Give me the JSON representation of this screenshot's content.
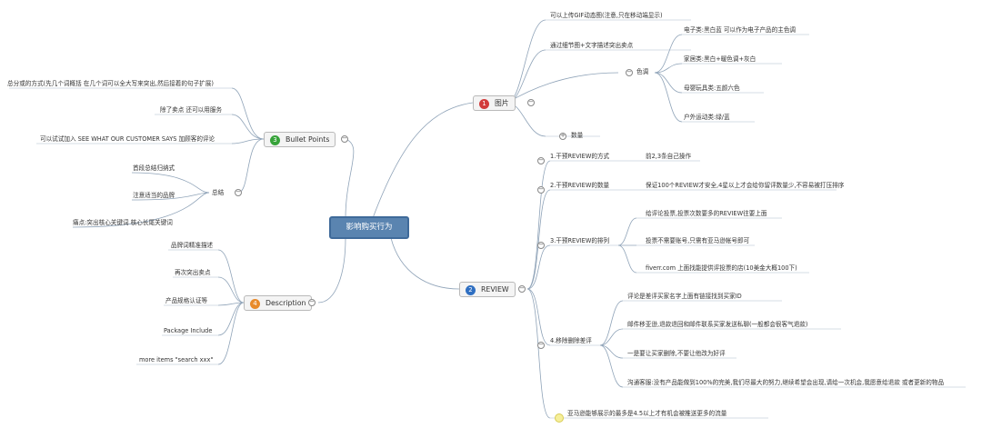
{
  "central": "影响购买行为",
  "topics": {
    "pictures": {
      "num": "1",
      "label": "图片",
      "color": "#d23b3b"
    },
    "bullets": {
      "num": "3",
      "label": "Bullet Points",
      "color": "#37a33a"
    },
    "description": {
      "num": "4",
      "label": "Description",
      "color": "#e88a2a"
    },
    "review": {
      "num": "2",
      "label": "REVIEW",
      "color": "#2f6fc2"
    }
  },
  "pictures_items": {
    "gif": "可以上传GIF动态图(注意,只在移动端显示)",
    "detail": "通过细节图+文字描述突出卖点",
    "color_label": "色调",
    "colors": [
      "电子类:黑白蓝 可以作为电子产品的主色调",
      "家居类:黑白+暖色调+灰白",
      "母婴玩具类:五颜六色",
      "户外运动类:绿/蓝"
    ],
    "quantity": "数量"
  },
  "bullet_items": {
    "b1": "总分或的方式(先几个词概括 在几个词可以全大写来突出,然后接着的句子扩展)",
    "b2": "除了卖点 还可以用服务",
    "b3": "可以试试加入 SEE WHAT OUR CUSTOMER SAYS 加顾客的评论",
    "sub_label": "总结",
    "subs": [
      "首段总结归纳式",
      "注意适当的品牌",
      "痛点:突出核心关键词 核心长尾关键词"
    ]
  },
  "description_items": [
    "品牌词精准描述",
    "再次突出卖点",
    "产品规格认证等",
    "Package Include",
    "more items \"search xxx\""
  ],
  "review_items": {
    "r1": "1.干预REVIEW的方式",
    "r1a": "前2,3条自己操作",
    "r2": "2.干预REVIEW的数量",
    "r2a": "保证100个REVIEW才安全,4星以上才会给你留评数量少,不容易被打压排序",
    "r3": "3.干预REVIEW的排列",
    "r3a": [
      "给评论投票,投票次数要多的REVIEW往要上面",
      "投票不需要账号,只需有亚马逊帐号即可",
      "fiverr.com 上面找能提供评投票的店(10美金大概100下)"
    ],
    "r4": "4.移除删除差评",
    "r4a": [
      "评论是差评买家名字上面有链接找到买家ID",
      "邮件移亚逊,退款退回和邮件联系买家发送私聊(一般都会很客气退款)",
      "一是要让买家删除,不要让他改为好评",
      "沟通客服:没有产品能做到100%的完美,我们尽最大的努力,继续希望会出现,请给一次机会,我愿意给退款 或者更新的物品"
    ],
    "note": "亚马逊能够展示的最多是4.5以上才有机会被推送更多的流量"
  }
}
